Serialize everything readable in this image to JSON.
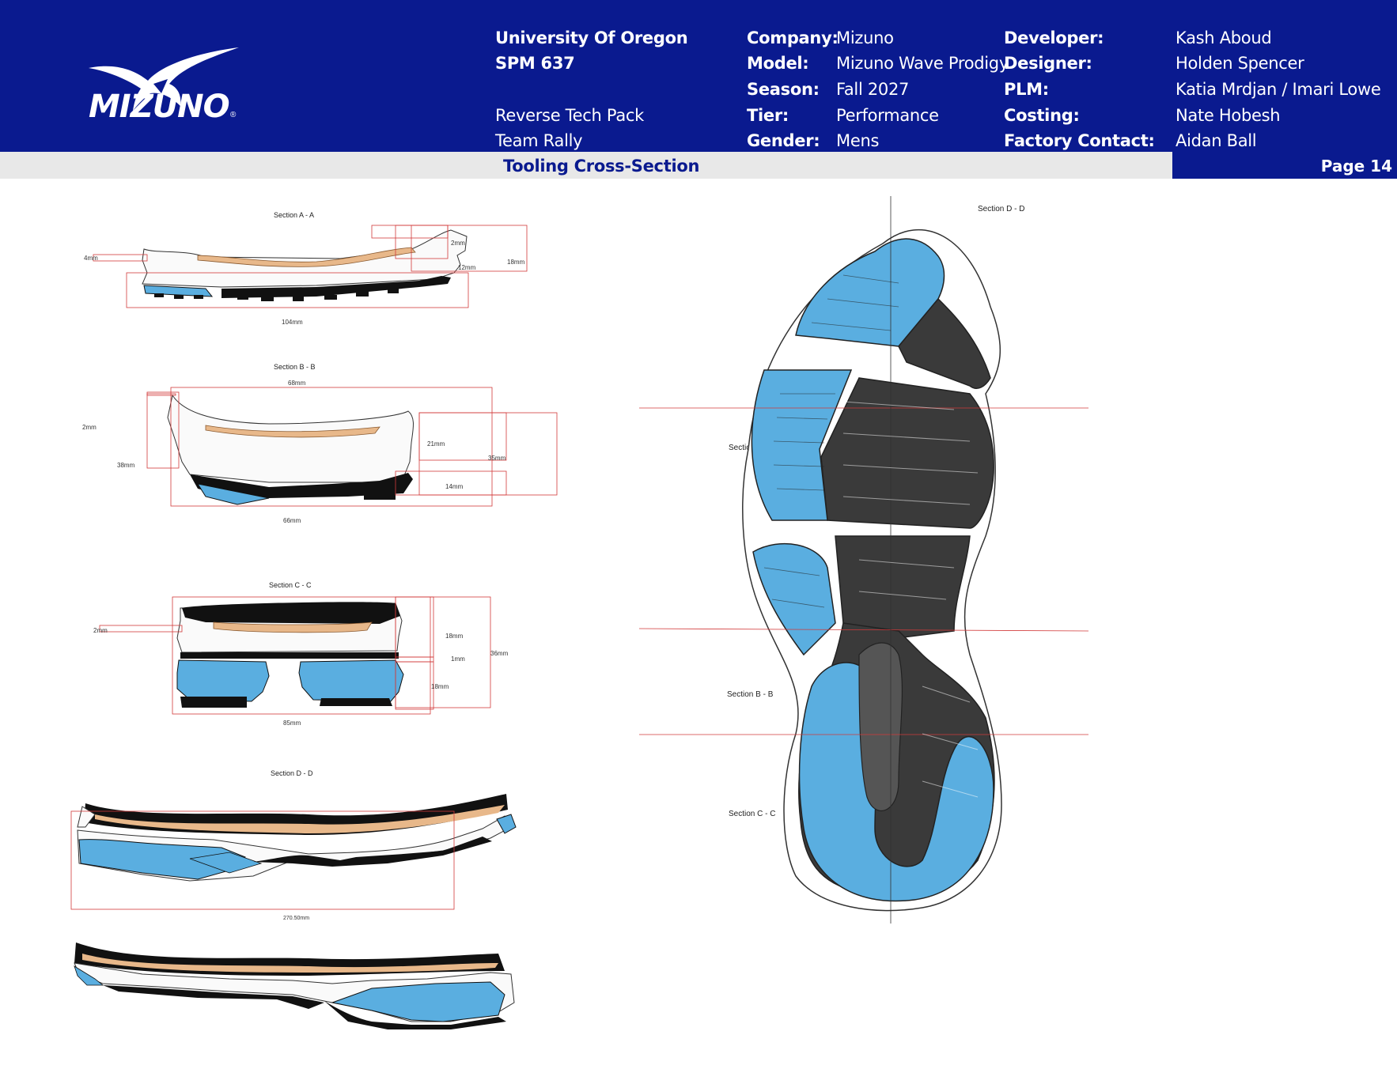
{
  "brand": {
    "name": "MIZUNO"
  },
  "header": {
    "col1": {
      "line1": "University Of Oregon",
      "line2": "SPM 637",
      "line4": "Reverse Tech Pack",
      "line5": "Team Rally"
    },
    "col2": [
      {
        "label": "Company:",
        "value": "Mizuno"
      },
      {
        "label": "Model:",
        "value": "Mizuno Wave Prodigy"
      },
      {
        "label": "Season:",
        "value": "Fall 2027"
      },
      {
        "label": "Tier:",
        "value": "Performance"
      },
      {
        "label": "Gender:",
        "value": "Mens"
      }
    ],
    "col3": [
      {
        "label": "Developer:",
        "value": "Kash Aboud"
      },
      {
        "label": "Designer:",
        "value": "Holden Spencer"
      },
      {
        "label": "PLM:",
        "value": "Katia Mrdjan / Imari Lowe"
      },
      {
        "label": "Costing:",
        "value": "Nate Hobesh"
      },
      {
        "label": "Factory Contact:",
        "value": "Aidan Ball"
      }
    ]
  },
  "subheader": {
    "title": "Tooling Cross-Section",
    "page": "Page 14"
  },
  "sections": {
    "a": {
      "title": "Section A - A",
      "dims": {
        "top": "2mm",
        "mid": "12mm",
        "total": "18mm",
        "left": "4mm",
        "width": "104mm"
      }
    },
    "b": {
      "title": "Section B - B",
      "dims": {
        "top": "68mm",
        "left_small": "2mm",
        "left": "38mm",
        "mid": "21mm",
        "total": "35mm",
        "bottom": "14mm",
        "width": "66mm"
      }
    },
    "c": {
      "title": "Section C - C",
      "dims": {
        "left": "2mm",
        "upper": "18mm",
        "mid": "1mm",
        "lower": "18mm",
        "total": "36mm",
        "width": "85mm"
      }
    },
    "d": {
      "title": "Section D - D",
      "dims": {
        "length": "270.50mm"
      }
    }
  },
  "outsole": {
    "title": "Section D - D",
    "cuts": [
      "Section A - A",
      "Section B - B",
      "Section C - C"
    ]
  },
  "colors": {
    "navy": "#0a1a8f",
    "blue": "#5aaee0",
    "dark": "#3a3a3a",
    "tan": "#e8b88a",
    "red": "#d23a3a"
  }
}
